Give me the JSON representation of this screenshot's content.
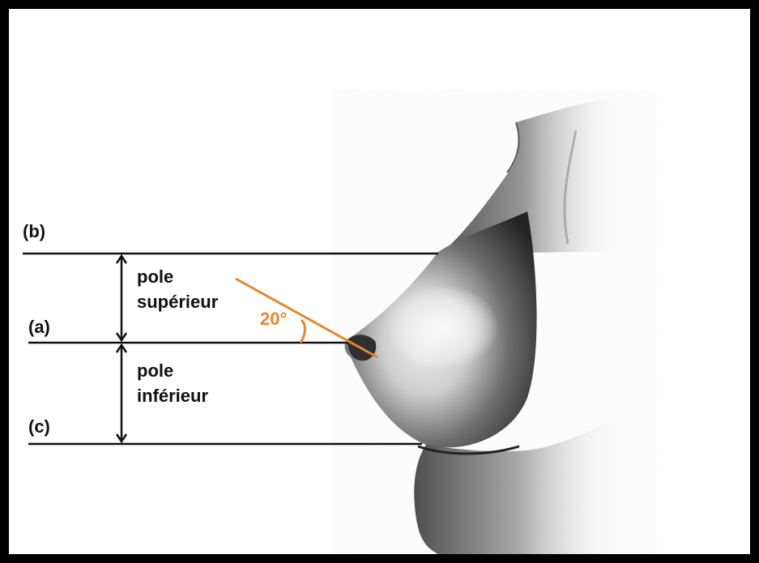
{
  "labels": {
    "b": "(b)",
    "a": "(a)",
    "c": "(c)",
    "pole_superieur_line1": "pole",
    "pole_superieur_line2": "supérieur",
    "pole_inferieur_line1": "pole",
    "pole_inferieur_line2": "inférieur",
    "angle": "20°"
  },
  "colors": {
    "frame": "#000000",
    "lines": "#111111",
    "accent": "#e8862b"
  }
}
